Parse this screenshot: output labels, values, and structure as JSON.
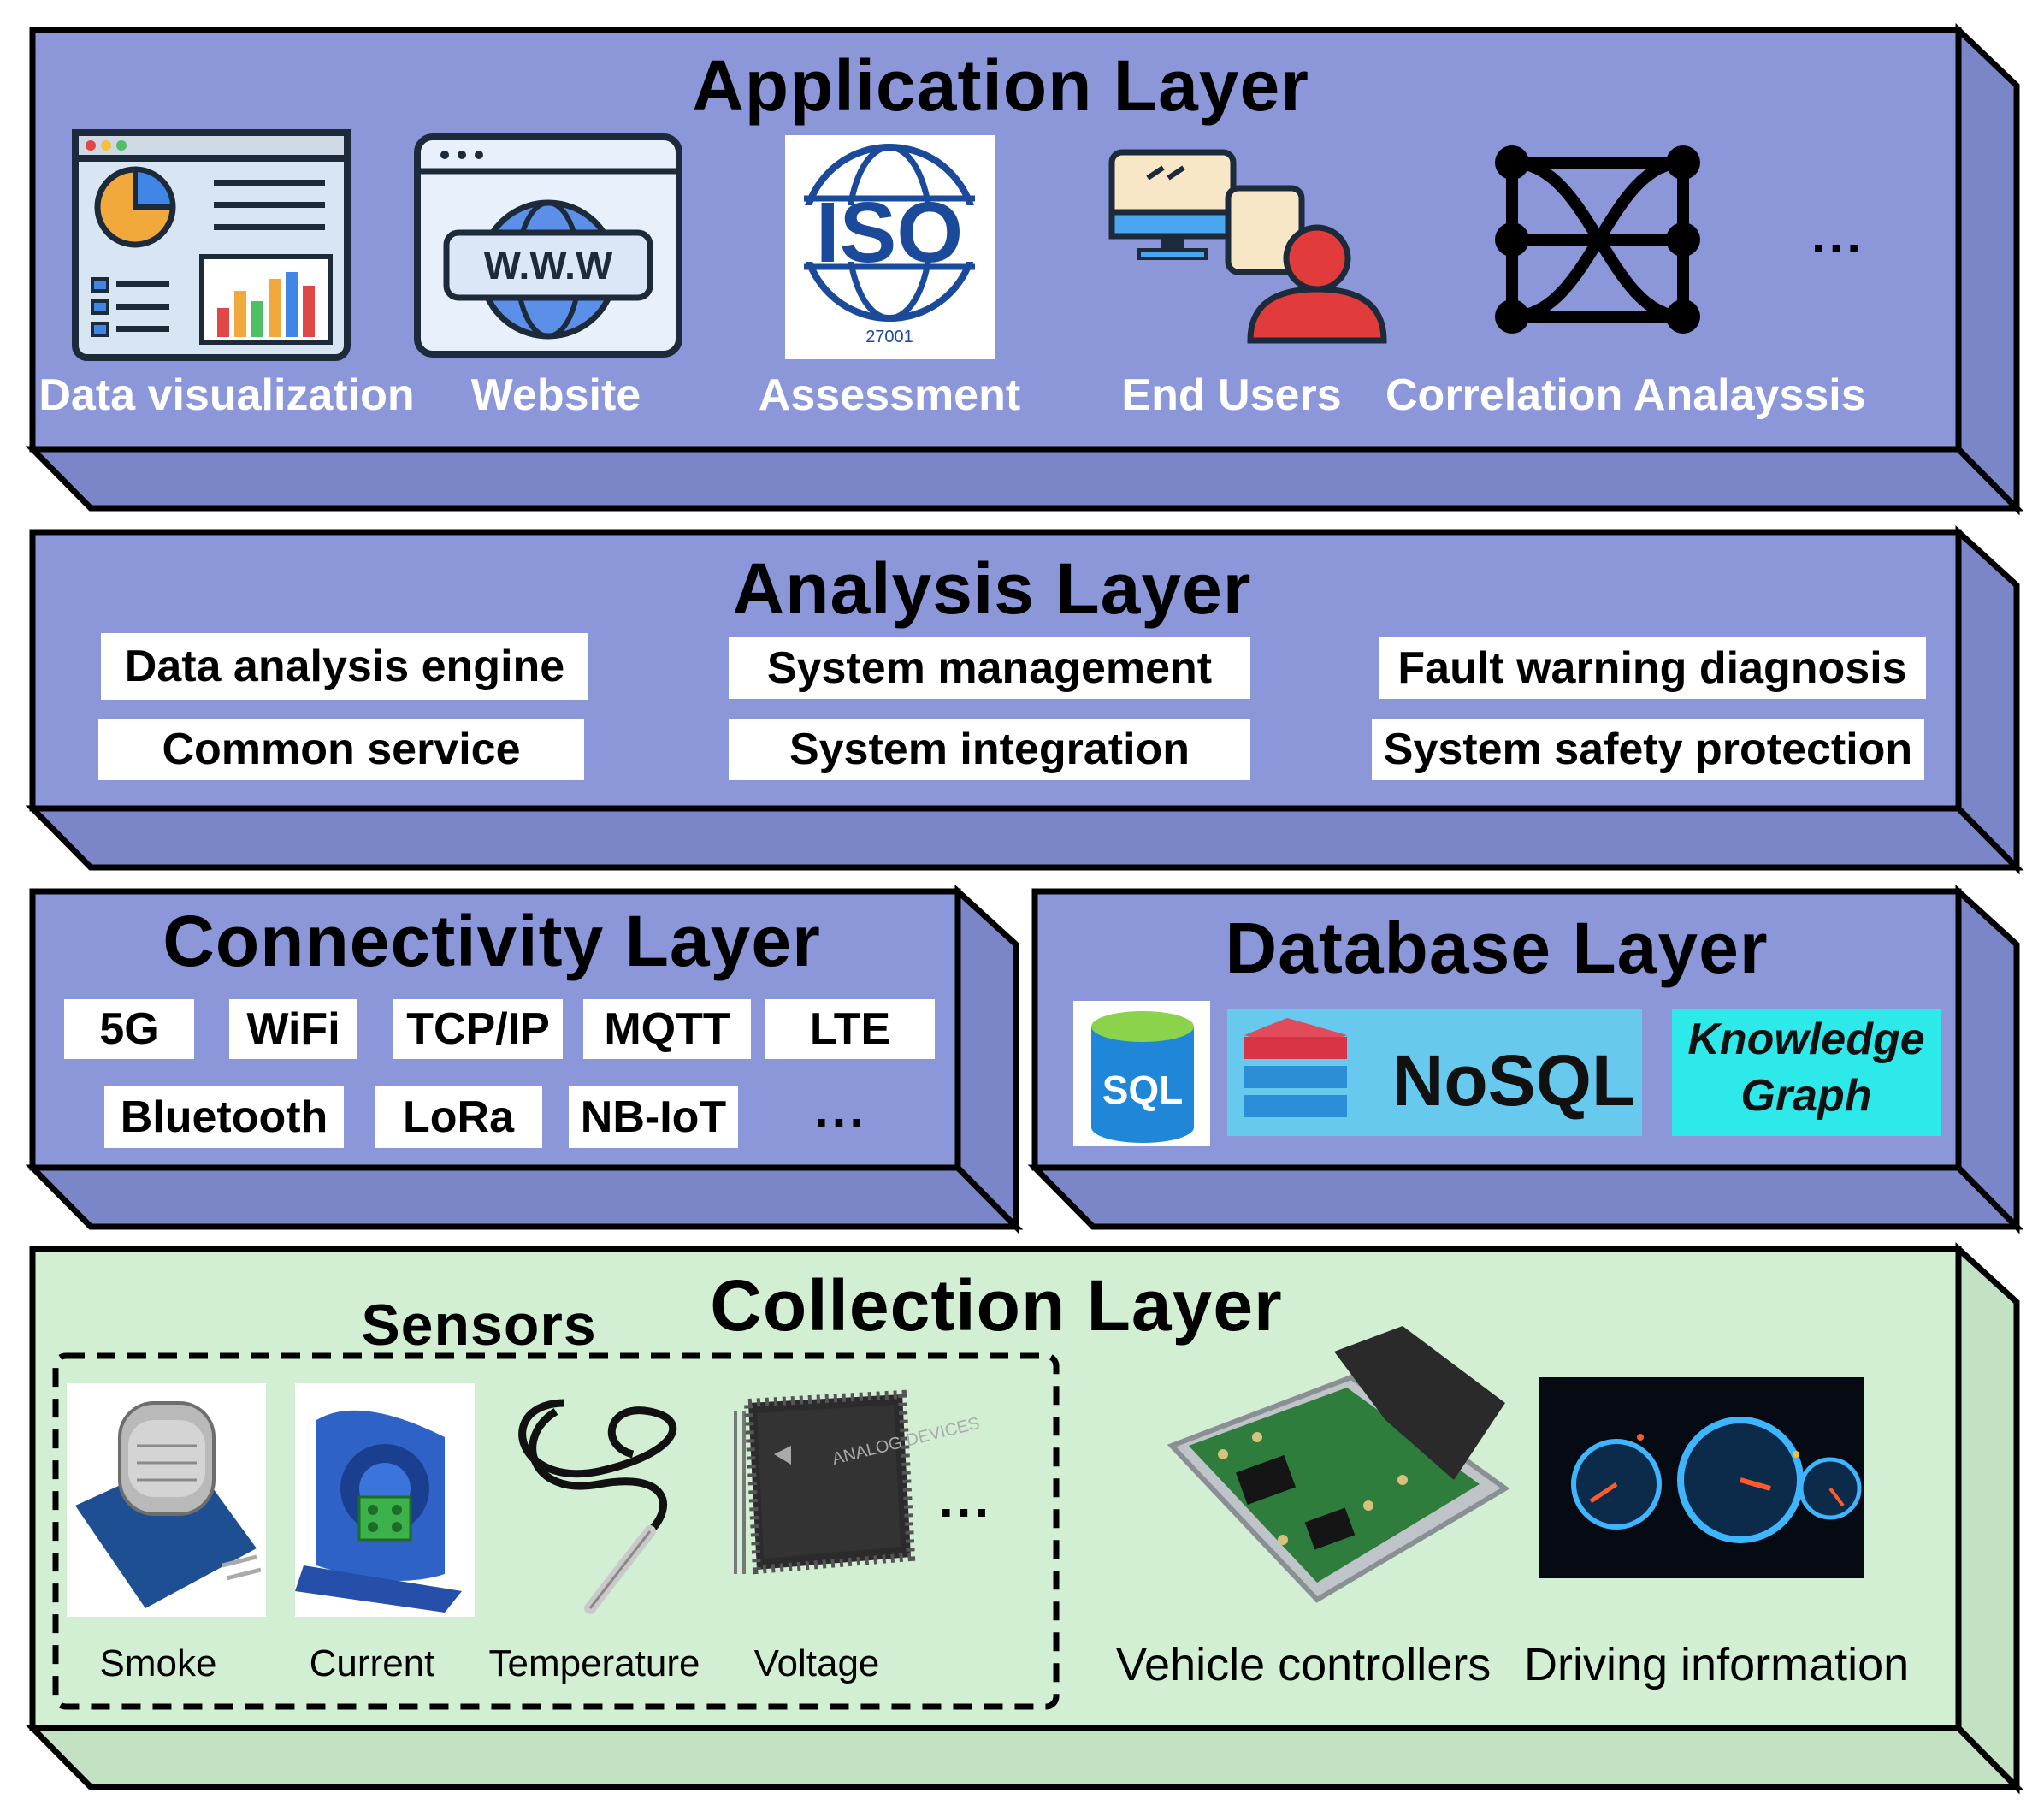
{
  "colors": {
    "layer_fill": "#8b97d8",
    "layer_shade": "#7b86c9",
    "collection_fill": "#d2efd3",
    "stroke": "#000000",
    "knowledge_graph": "#2de9ea",
    "nosql_bg": "#67c9ee",
    "white": "#ffffff"
  },
  "application_layer": {
    "title": "Application Layer",
    "items": [
      {
        "label": "Data visualization",
        "icon": "dashboard-icon"
      },
      {
        "label": "Website",
        "icon": "www-browser-icon"
      },
      {
        "label": "Assessment",
        "icon": "iso-27001-icon",
        "icon_text": "ISO",
        "icon_subtext": "27001"
      },
      {
        "label": "End Users",
        "icon": "computer-user-icon"
      },
      {
        "label": "Correlation Analayssis",
        "icon": "network-nodes-icon"
      }
    ],
    "more": "..."
  },
  "analysis_layer": {
    "title": "Analysis Layer",
    "boxes": [
      "Data analysis engine",
      "System management",
      "Fault warning diagnosis",
      "Common service",
      "System integration",
      "System safety protection"
    ]
  },
  "connectivity_layer": {
    "title": "Connectivity Layer",
    "row1": [
      "5G",
      "WiFi",
      "TCP/IP",
      "MQTT",
      "LTE"
    ],
    "row2": [
      "Bluetooth",
      "LoRa",
      "NB-IoT"
    ],
    "more": "..."
  },
  "database_layer": {
    "title": "Database Layer",
    "sql": "SQL",
    "nosql": "NoSQL",
    "knowledge_graph": [
      "Knowledge",
      "Graph"
    ]
  },
  "collection_layer": {
    "title": "Collection Layer",
    "sensors_title": "Sensors",
    "sensors": [
      {
        "label": "Smoke",
        "icon": "smoke-sensor-icon"
      },
      {
        "label": "Current",
        "icon": "current-sensor-icon"
      },
      {
        "label": "Temperature",
        "icon": "temperature-probe-icon"
      },
      {
        "label": "Voltage",
        "icon": "voltage-chip-icon"
      }
    ],
    "chip_brand": "ANALOG DEVICES",
    "more": "...",
    "others": [
      {
        "label": "Vehicle controllers",
        "icon": "ecu-board-icon"
      },
      {
        "label": "Driving information",
        "icon": "dashboard-gauge-icon"
      }
    ]
  }
}
